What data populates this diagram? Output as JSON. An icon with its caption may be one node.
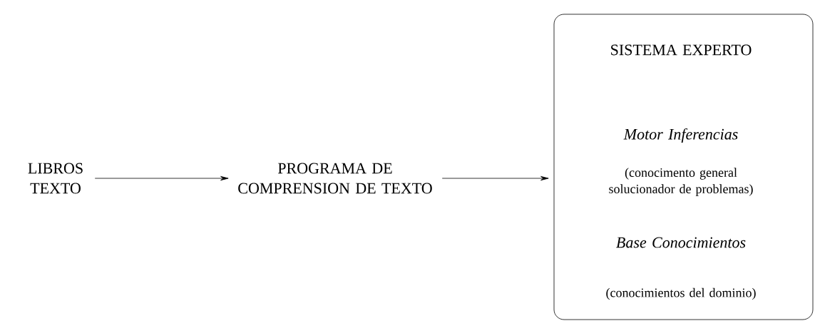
{
  "diagram": {
    "nodes": [
      {
        "text": [
          "LIBROS TEXTO"
        ]
      },
      {
        "text": [
          "PROGRAMA DE COMPRENSION DE TEXTO"
        ]
      },
      {
        "text": [
          "SISTEMA EXPERTO",
          "Motor Inferencias",
          "(conocimento general solucionador de problemas)",
          "Base Conocimientos",
          "(conocimientos del dominio)"
        ]
      }
    ],
    "edges": [
      {
        "from": 0,
        "to": 1,
        "arrow": "to"
      },
      {
        "from": 1,
        "to": 2,
        "arrow": "to"
      }
    ]
  }
}
